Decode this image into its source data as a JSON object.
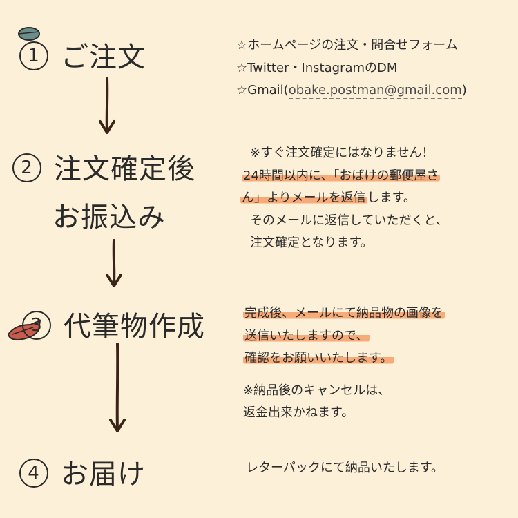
{
  "steps": [
    {
      "num": "1",
      "title": "ご注文"
    },
    {
      "num": "2",
      "title_line1": "注文確定後",
      "title_line2": "お振込み"
    },
    {
      "num": "3",
      "title": "代筆物作成"
    },
    {
      "num": "4",
      "title": "お届け"
    }
  ],
  "order_methods": {
    "line1": "☆ホームページの注文・問合せフォーム",
    "line2": "☆Twitter・InstagramのDM",
    "line3_prefix": "☆Gmail(",
    "line3_email": "obake.postman@gmail.com",
    "line3_suffix": ")"
  },
  "payment_note": {
    "line1": "※すぐ注文確定にはなりません！",
    "line2": "24時間以内に、「おばけの郵便屋さ",
    "line3_hl": "ん」よりメールを返信",
    "line3_rest": "します。",
    "line4": "そのメールに返信していただくと、",
    "line5": "注文確定となります。"
  },
  "creation_note": {
    "line1": "完成後、メールにて納品物の画像を",
    "line2": "送信いたしますので、",
    "line3": "確認をお願いいたします。",
    "line4": "※納品後のキャンセルは、",
    "line5": "返金出来かねます。"
  },
  "delivery_note": {
    "line1": "レターパックにて納品いたします。"
  },
  "colors": {
    "background": "#fdf0d8",
    "highlight": "#f6ab78",
    "arrow": "#3a2418",
    "text": "#2b2b2b"
  }
}
